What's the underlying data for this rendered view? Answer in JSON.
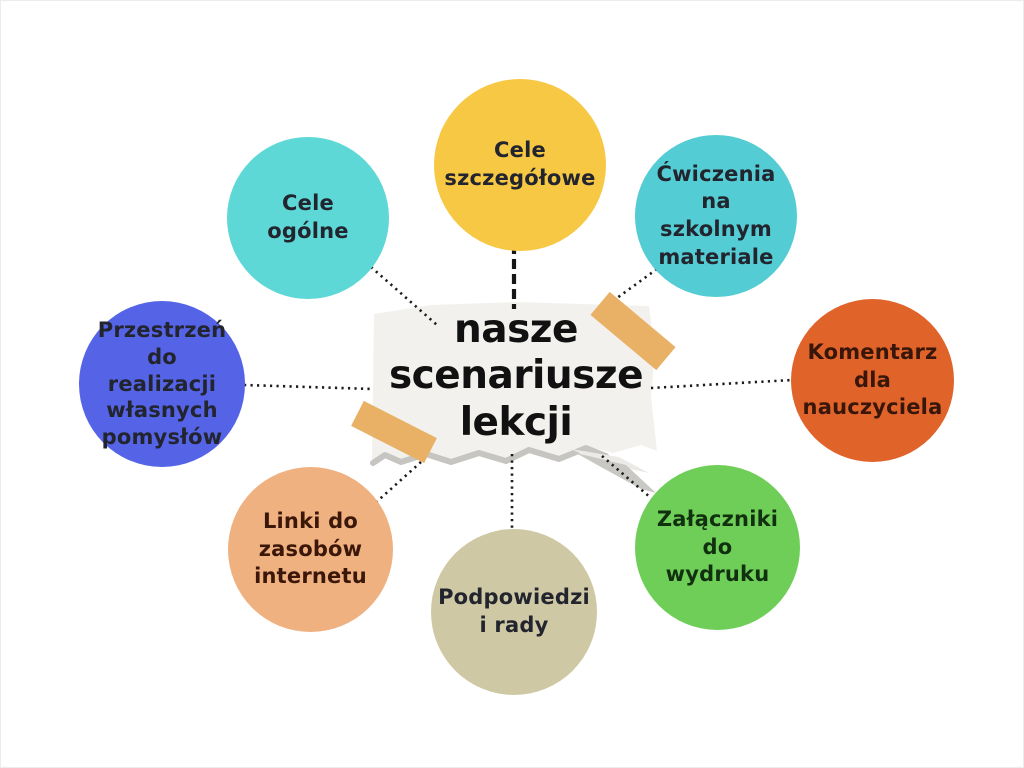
{
  "diagram": {
    "type": "mind-map",
    "language": "pl",
    "center": {
      "title": "nasze\nscenariusze\nlekcji",
      "style": "torn-paper-note-with-tape"
    },
    "nodes": [
      {
        "id": "cele-szczegolowe",
        "label": "Cele\nszczegółowe",
        "color": "#f7c844",
        "position": "top"
      },
      {
        "id": "cele-ogolne",
        "label": "Cele\nogólne",
        "color": "#5ed7d7",
        "position": "top-left"
      },
      {
        "id": "cwiczenia",
        "label": "Ćwiczenia\nna\nszkolnym\nmateriale",
        "color": "#54ccd4",
        "position": "top-right"
      },
      {
        "id": "przestrzen",
        "label": "Przestrzeń\ndo\nrealizacji\nwłasnych\npomysłów",
        "color": "#5564e6",
        "position": "left"
      },
      {
        "id": "komentarz",
        "label": "Komentarz\ndla\nnauczyciela",
        "color": "#e0632a",
        "position": "right"
      },
      {
        "id": "linki",
        "label": "Linki do\nzasobów\ninternetu",
        "color": "#f0b181",
        "position": "bottom-left"
      },
      {
        "id": "podpowiedzi",
        "label": "Podpowiedzi\ni rady",
        "color": "#cfc8a4",
        "position": "bottom"
      },
      {
        "id": "zalaczniki",
        "label": "Załączniki\ndo\nwydruku",
        "color": "#6fce58",
        "position": "bottom-right"
      }
    ],
    "palette": {
      "background": "#ffffff",
      "paper": "#f2f1ed",
      "paper_torn_shadow": "#c6c5c2",
      "tape": "#e9b166",
      "connector": "#1b1b1b",
      "title_text": "#111111"
    }
  }
}
